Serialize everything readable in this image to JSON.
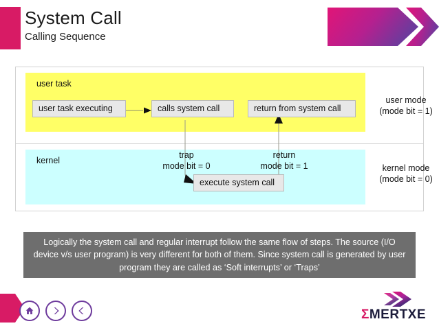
{
  "header": {
    "title": "System Call",
    "subtitle": "Calling Sequence",
    "accent_color": "#d81b65",
    "arrow_icon": "double-chevron-right-icon"
  },
  "diagram": {
    "user_band": {
      "label": "user task",
      "background": "#ffff66",
      "nodes": [
        {
          "id": "user-task-executing",
          "label": "user task executing"
        },
        {
          "id": "calls-system-call",
          "label": "calls system call"
        },
        {
          "id": "return-from-system-call",
          "label": "return from system call"
        }
      ],
      "side_label_line1": "user mode",
      "side_label_line2": "(mode bit = 1)"
    },
    "kernel_band": {
      "label": "kernel",
      "background": "#ccffff",
      "nodes": [
        {
          "id": "execute-system-call",
          "label": "execute system call"
        }
      ],
      "side_label_line1": "kernel mode",
      "side_label_line2": "(mode bit = 0)"
    },
    "flow_labels": [
      {
        "id": "trap",
        "line1": "trap",
        "line2": "mode bit = 0"
      },
      {
        "id": "return",
        "line1": "return",
        "line2": "mode bit = 1"
      }
    ]
  },
  "note": {
    "text": "Logically the system call and regular interrupt follow the same flow of steps. The source (I/O device v/s user program) is very different for both of them. Since system call is generated by user program they are called as ‘Soft interrupts’ or ‘Traps’",
    "background": "#6e6e6e"
  },
  "footer": {
    "nav": [
      {
        "id": "home",
        "icon": "home-icon"
      },
      {
        "id": "next",
        "icon": "chevron-right-icon"
      },
      {
        "id": "prev",
        "icon": "chevron-left-icon"
      }
    ],
    "logo": {
      "sigma": "Σ",
      "name": "MERTXE",
      "chevron_icon": "double-chevron-right-icon"
    }
  }
}
